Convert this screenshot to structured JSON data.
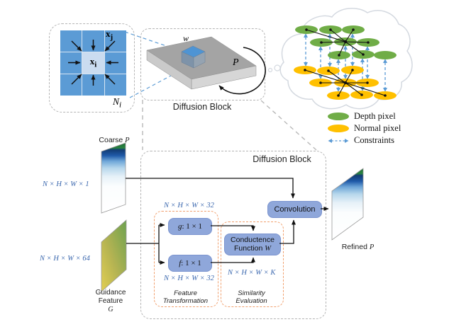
{
  "colors": {
    "box_blue": "#8fa7da",
    "grid_blue": "#5b9bd5",
    "grid_center_blue": "#cadcf0",
    "depth_green": "#70ad47",
    "normal_yellow": "#ffc000",
    "constraint_blue": "#5b9bd5",
    "orange_dash": "#f1a06e",
    "dims_blue": "#3a67ae"
  },
  "neighborhood": {
    "x_var": "x",
    "xj_sub": "j",
    "xi_sub": "i",
    "n_var": "N",
    "ni_sub": "i"
  },
  "diffusion_block_small": {
    "w_var": "w",
    "p_var": "P",
    "title": "Diffusion Block"
  },
  "legend": {
    "depth_label": "Depth pixel",
    "normal_label": "Normal pixel",
    "constraints_label": "Constraints"
  },
  "main_block": {
    "title": "Diffusion Block",
    "coarse_label": "Coarse",
    "coarse_var": "P",
    "coarse_dims": "N × H × W × 1",
    "guidance_line1": "Guidance",
    "guidance_line2": "Feature",
    "guidance_var": "G",
    "guidance_dims": "N × H × W × 64",
    "g_var": "g",
    "g_rest": ": 1 × 1",
    "g_dims": "N × H × W × 32",
    "f_var": "f",
    "f_rest": ": 1 × 1",
    "f_dims": "N × H × W × 32",
    "conductance_line1": "Conductence",
    "conductance_line2": "Function",
    "conductance_var": "W",
    "conductance_dims": "N × H × W × K",
    "convolution_label": "Convolution",
    "refined_label": "Refined",
    "refined_var": "P",
    "feature_group_line1": "Feature",
    "feature_group_line2": "Transformation",
    "similarity_group_line1": "Similarity",
    "similarity_group_line2": "Evaluation"
  }
}
